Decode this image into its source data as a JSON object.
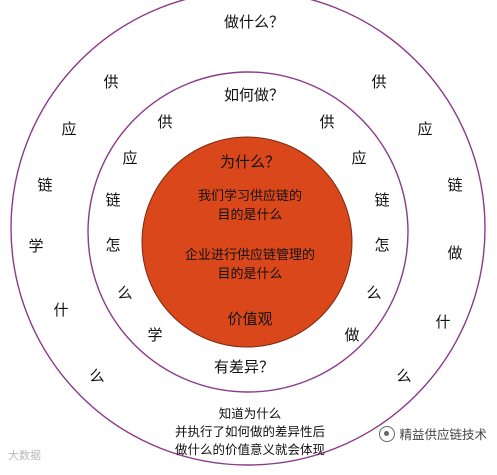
{
  "outer_ring": {
    "title": "做什么？",
    "left_chars": [
      "供",
      "应",
      "链",
      "学",
      "什",
      "么"
    ],
    "right_chars": [
      "供",
      "应",
      "链",
      "做",
      "什",
      "么"
    ]
  },
  "middle_ring": {
    "title": "如何做？",
    "bottom_title": "有差异？",
    "left_chars": [
      "供",
      "应",
      "链",
      "怎",
      "么",
      "学"
    ],
    "right_chars": [
      "供",
      "应",
      "链",
      "怎",
      "么",
      "做"
    ]
  },
  "core": {
    "title": "为什么？",
    "line1": "我们学习供应链的",
    "line2": "目的是什么",
    "line3": "企业进行供应链管理的",
    "line4": "目的是什么",
    "bottom": "价值观",
    "fill": "#d9471a"
  },
  "caption": {
    "line1": "知道为什么",
    "line2": "并执行了如何做的差异性后",
    "line3": "做什么的价值意义就会体现"
  },
  "brand": "精益供应链技术",
  "watermark": "大数据",
  "colors": {
    "ring": "#8b3a8b"
  }
}
